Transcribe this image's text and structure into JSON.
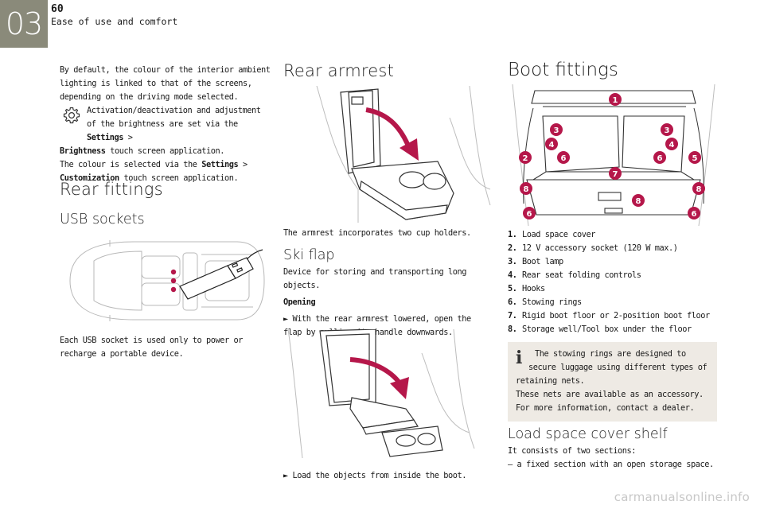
{
  "header": {
    "chapter_number": "03",
    "page_number": "60",
    "chapter_title": "Ease of use and comfort"
  },
  "col1": {
    "intro": "By default, the colour of the interior ambient lighting is linked to that of the screens, depending on the driving mode selected.",
    "settings_line1": "Activation/deactivation and adjustment of the brightness are set via the",
    "settings_bold1": "Settings",
    "settings_sep1": ">",
    "settings_bold2": "Brightness",
    "settings_line2": "touch screen application.",
    "colour_line": "The colour is selected via the",
    "colour_bold1": "Settings",
    "colour_sep": ">",
    "colour_bold2": "Customization",
    "colour_line2": "touch screen application.",
    "rear_fittings_heading": "Rear fittings",
    "usb_heading": "USB sockets",
    "usb_text": "Each USB socket is used only to power or recharge a portable device."
  },
  "col2": {
    "rear_armrest_heading": "Rear armrest",
    "armrest_text": "The armrest incorporates two cup holders.",
    "ski_heading": "Ski flap",
    "ski_text": "Device for storing and transporting long objects.",
    "opening_label": "Opening",
    "opening_step": "With the rear armrest lowered, open the flap by pulling its handle downwards.",
    "load_step": "Load the objects from inside the boot.",
    "arrow_glyph": "►"
  },
  "col3": {
    "boot_heading": "Boot fittings",
    "items": [
      {
        "num": "1.",
        "text": "Load space cover"
      },
      {
        "num": "2.",
        "text": "12 V accessory socket (120 W max.)"
      },
      {
        "num": "3.",
        "text": "Boot lamp"
      },
      {
        "num": "4.",
        "text": "Rear seat folding controls"
      },
      {
        "num": "5.",
        "text": "Hooks"
      },
      {
        "num": "6.",
        "text": "Stowing rings"
      },
      {
        "num": "7.",
        "text": "Rigid boot floor or 2-position boot floor"
      },
      {
        "num": "8.",
        "text": "Storage well/Tool box under the floor"
      }
    ],
    "info_line1": "The stowing rings are designed to secure luggage using different types of retaining nets.",
    "info_line2": "These nets are available as an accessory.",
    "info_line3": "For more information, contact a dealer.",
    "info_icon": "i",
    "shelf_heading": "Load space cover shelf",
    "shelf_text": "It consists of two sections:",
    "shelf_item": "– a fixed section with an open storage space."
  },
  "boot_badges": [
    "1",
    "2",
    "3",
    "3",
    "4",
    "4",
    "5",
    "6",
    "6",
    "6",
    "6",
    "7",
    "8",
    "8",
    "8"
  ],
  "watermark": "carmanualsonline.info",
  "colors": {
    "badge": "#b5174a",
    "tab": "#8a8a7a",
    "info_box": "#eeeae4",
    "arrow": "#b5174a"
  }
}
